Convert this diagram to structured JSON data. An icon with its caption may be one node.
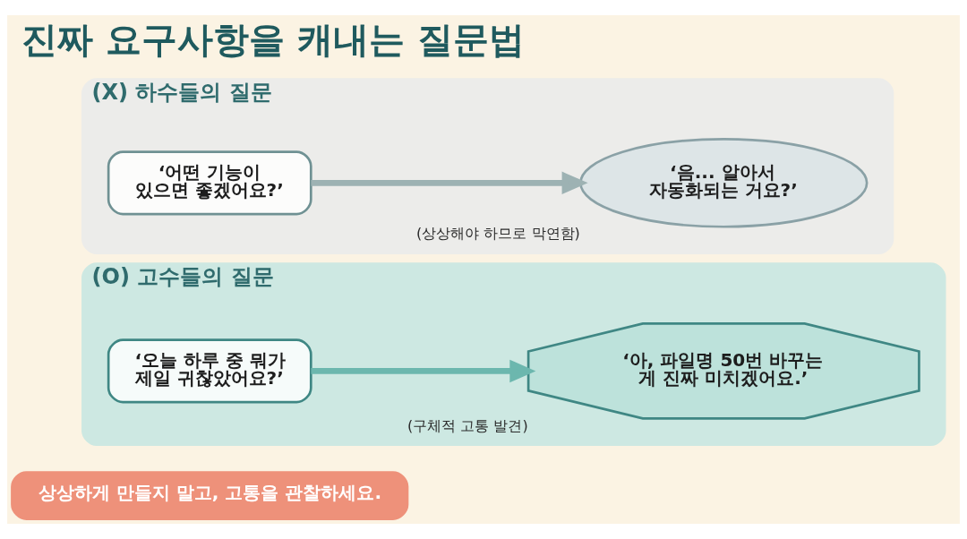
{
  "diagram": {
    "title": "진짜 요구사항을 캐내는 질문법",
    "nodes": [
      {
        "text": [
          "(X) 하수들의 질문"
        ]
      },
      {
        "text": [
          "‘어떤 기능이 있으면 좋겠어요?’"
        ],
        "in": 0
      },
      {
        "text": [
          "‘음... 알아서 자동화되는 거요?’"
        ],
        "in": 0,
        "beside": [
          "(상상해야 하므로 막연함)"
        ]
      },
      {
        "text": [
          "(O) 고수들의 질문"
        ]
      },
      {
        "text": [
          "‘오늘 하루 중 뭐가 제일 귀찮았어요?’"
        ],
        "in": 3
      },
      {
        "text": [
          "‘아, 파일명 50번 바꾸는 게 진짜 미치겠어요.’"
        ],
        "in": 3,
        "beside": [
          "(구체적 고통 발견)"
        ]
      },
      {
        "text": [
          "상상하게 만들지 말고, 고통을 관찰하세요."
        ]
      }
    ],
    "edges": [
      {
        "from": 1,
        "to": 2,
        "arrow": "to",
        "color": "#9db2b3"
      },
      {
        "from": 4,
        "to": 5,
        "arrow": "to",
        "color": "#6cb7ae"
      }
    ]
  }
}
